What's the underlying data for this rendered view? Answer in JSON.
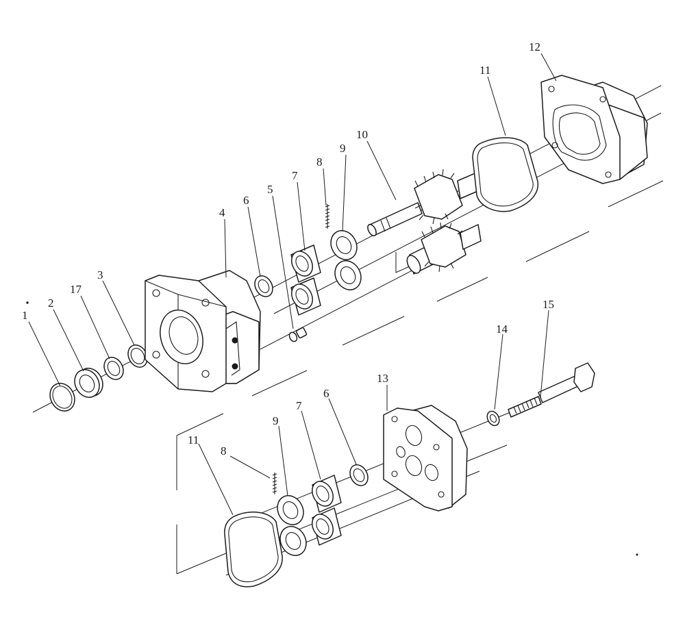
{
  "callouts": {
    "upper": {
      "c1": "1",
      "c2": "2",
      "c17": "17",
      "c3": "3",
      "c4": "4",
      "c6": "6",
      "c5": "5",
      "c7": "7",
      "c8": "8",
      "c9": "9",
      "c10": "10",
      "c11": "11",
      "c12": "12"
    },
    "lower": {
      "c11": "11",
      "c8": "8",
      "c9": "9",
      "c7": "7",
      "c6": "6",
      "c13": "13",
      "c14": "14",
      "c15": "15"
    }
  },
  "colors": {
    "line": "#1a1a1a",
    "background": "#ffffff"
  }
}
